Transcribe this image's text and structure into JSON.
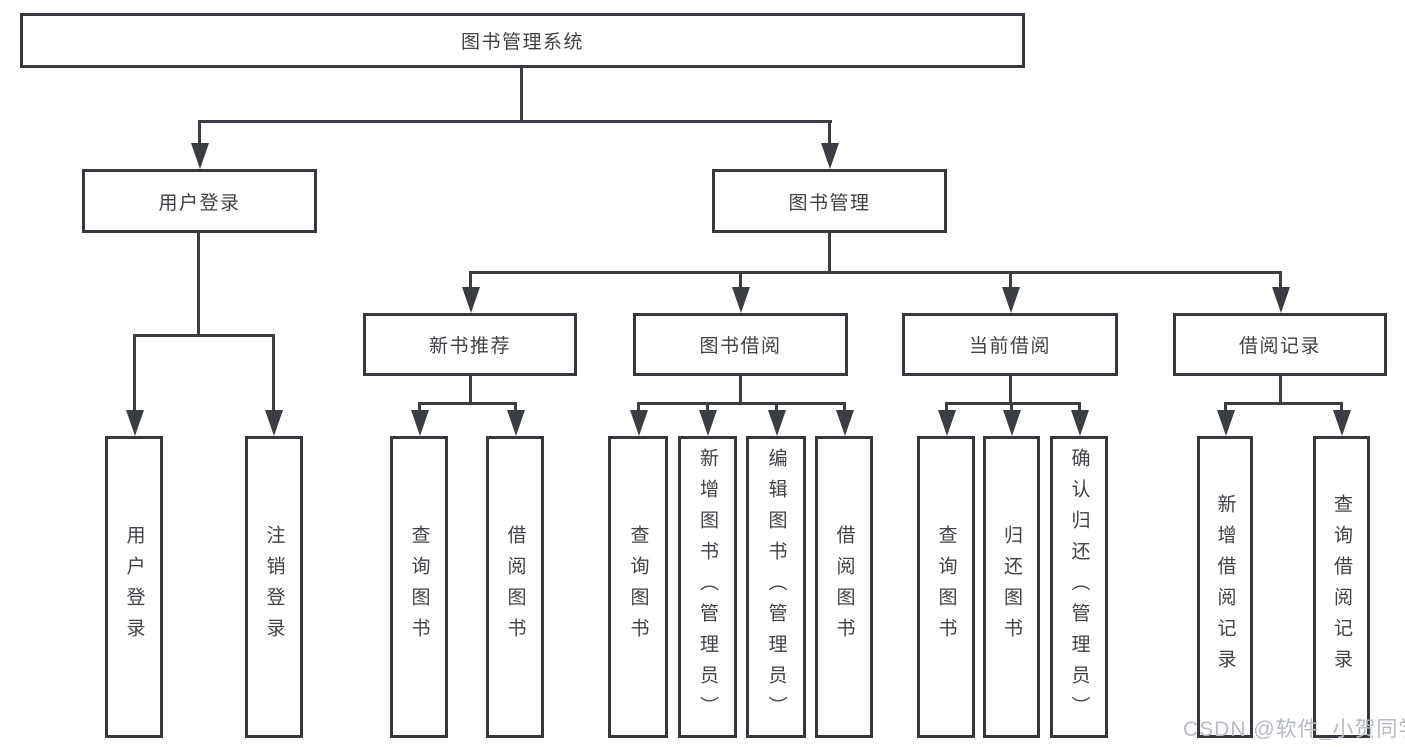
{
  "tree": {
    "root": "图书管理系统",
    "user_login": {
      "label": "用户登录",
      "children": [
        "用户登录",
        "注销登录"
      ]
    },
    "book_mgmt": {
      "label": "图书管理"
    },
    "modules": [
      {
        "label": "新书推荐",
        "children": [
          "查询图书",
          "借阅图书"
        ]
      },
      {
        "label": "图书借阅",
        "children": [
          "查询图书",
          "新增图书（管理员）",
          "编辑图书（管理员）",
          "借阅图书"
        ]
      },
      {
        "label": "当前借阅",
        "children": [
          "查询图书",
          "归还图书",
          "确认归还（管理员）"
        ]
      },
      {
        "label": "借阅记录",
        "children": [
          "新增借阅记录",
          "查询借阅记录"
        ]
      }
    ]
  },
  "watermark": "CSDN @软件_小贺同学",
  "colors": {
    "line": "#3a3d41",
    "box_border": "#35383c",
    "text": "#3f4246",
    "watermark": "#b7bbc3",
    "background": "#ffffff"
  }
}
